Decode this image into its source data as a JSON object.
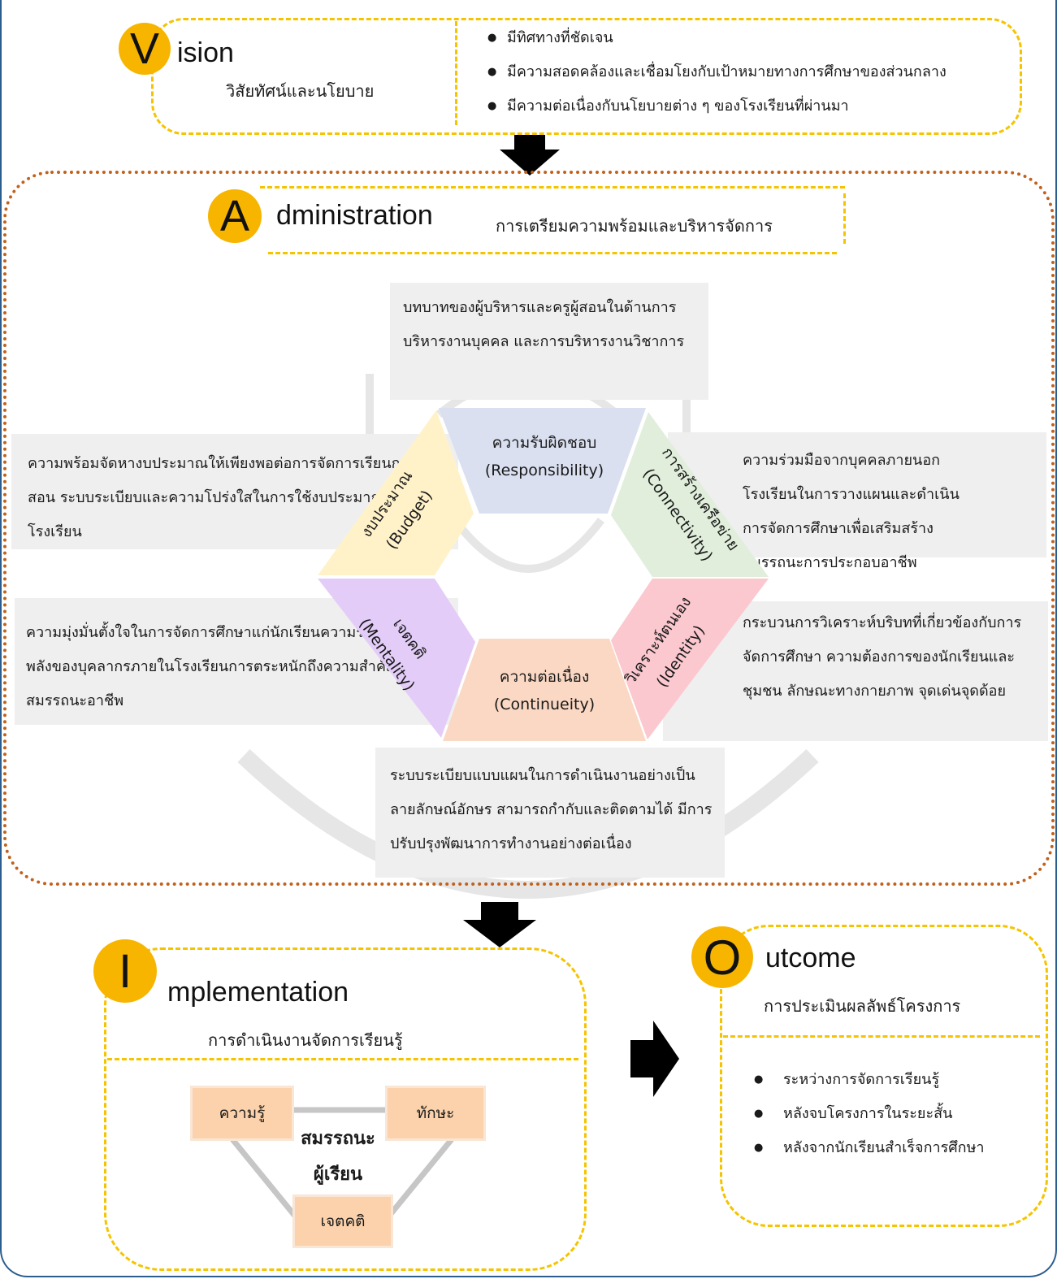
{
  "vision": {
    "letter": "V",
    "rest": "ision",
    "subtitle": "วิสัยทัศน์และนโยบาย",
    "bullets": [
      "มีทิศทางที่ชัดเจน",
      "มีความสอดคล้องและเชื่อมโยงกับเป้าหมายทางการศึกษาของส่วนกลาง",
      "มีความต่อเนื่องกับนโยบายต่าง ๆ ของโรงเรียนที่ผ่านมา"
    ]
  },
  "administration": {
    "letter": "A",
    "rest": "dministration",
    "subtitle": "การเตรียมความพร้อมและบริหารจัดการ",
    "segments": {
      "responsibility": {
        "th": "ความรับผิดชอบ",
        "en": "(Responsibility)",
        "color": "#dae0f0"
      },
      "connectivity": {
        "th": "การสร้างเครือข่าย",
        "en": "(Connectivity)",
        "color": "#e0eedb"
      },
      "identity": {
        "th": "วิเคราะห์ตนเอง",
        "en": "(Identity)",
        "color": "#fbc8cf"
      },
      "continuity": {
        "th": "ความต่อเนื่อง",
        "en": "(Continueity)",
        "color": "#fad8c3"
      },
      "mentality": {
        "th": "เจตคติ",
        "en": "(Mentality)",
        "color": "#e3cdf8"
      },
      "budget": {
        "th": "งบประมาณ",
        "en": "(Budget)",
        "color": "#fff2c9"
      }
    },
    "descriptions": {
      "top": "บทบาทของผู้บริหารและครูผู้สอนในด้านการบริหารงานบุคคล และการบริหารงานวิชาการ",
      "budget": "ความพร้อมจัดหางบประมาณให้เพียงพอต่อการจัดการเรียนการสอน ระบบระเบียบและความโปร่งใสในการใช้งบประมาณภายในโรงเรียน",
      "connectivity": "ความร่วมมือจากบุคคลภายนอกโรงเรียนในการวางแผนและดำเนินการจัดการศึกษาเพื่อเสริมสร้างสมรรถนะการประกอบอาชีพ",
      "mentality": "ความมุ่งมั่นตั้งใจในการจัดการศึกษาแก่นักเรียนความร่วมมือร่วมพลังของบุคลากรภายในโรงเรียนการตระหนักถึงความสำคัญของสมรรถนะอาชีพ",
      "identity": "กระบวนการวิเคราะห์บริบทที่เกี่ยวข้องกับการจัดการศึกษา ความต้องการของนักเรียนและชุมชน ลักษณะทางกายภาพ จุดเด่นจุดด้อย",
      "continuity": "ระบบระเบียบแบบแผนในการดำเนินงานอย่างเป็นลายลักษณ์อักษร สามารถกำกับและติดตามได้ มีการปรับปรุงพัฒนาการทำงานอย่างต่อเนื่อง"
    }
  },
  "implementation": {
    "letter": "I",
    "rest": "mplementation",
    "subtitle": "การดำเนินงานจัดการเรียนรู้",
    "knowledge": "ความรู้",
    "skill": "ทักษะ",
    "attitude": "เจตคติ",
    "center_line1": "สมรรถนะ",
    "center_line2": "ผู้เรียน"
  },
  "outcome": {
    "letter": "O",
    "rest": "utcome",
    "subtitle": "การประเมินผลลัพธ์โครงการ",
    "bullets": [
      "ระหว่างการจัดการเรียนรู้",
      "หลังจบโครงการในระยะสั้น",
      "หลังจากนักเรียนสำเร็จการศึกษา"
    ]
  },
  "colors": {
    "accent_yellow": "#f5c400",
    "circle_orange": "#f7b500",
    "dotted_border": "#c0611c",
    "frame_blue": "#2b5d8f"
  }
}
